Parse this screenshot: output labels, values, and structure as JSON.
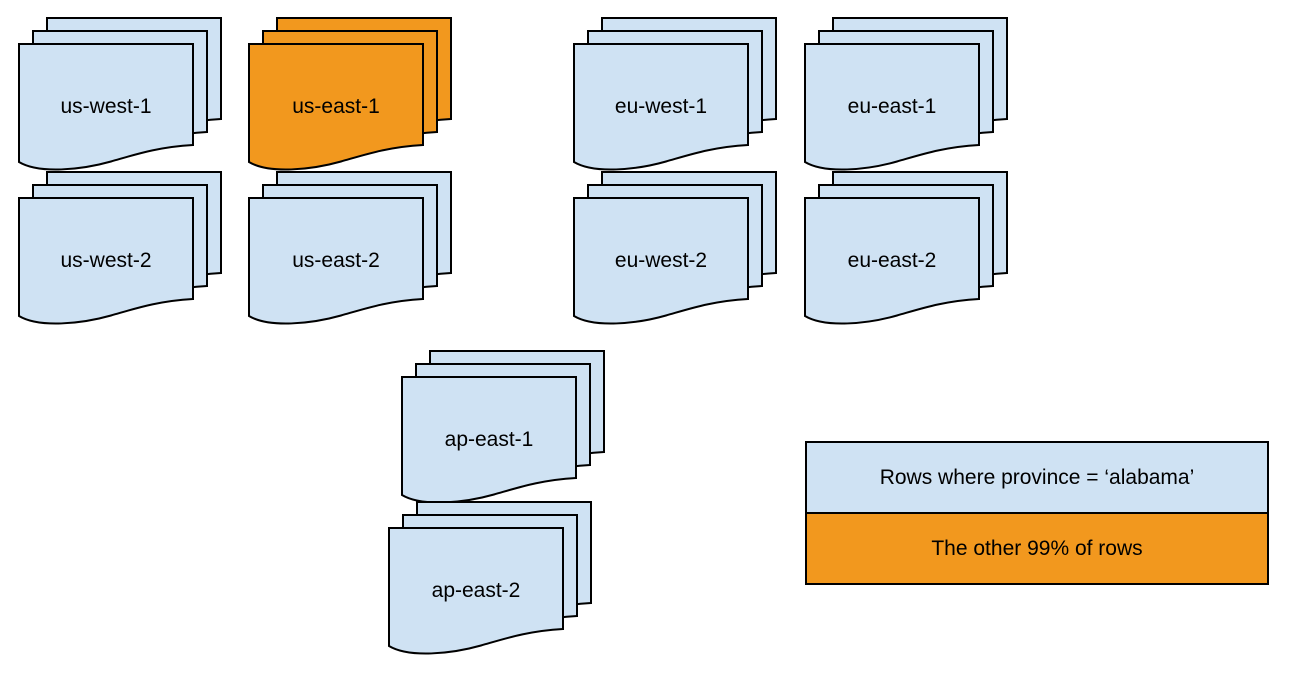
{
  "colors": {
    "doc_blue": "#cfe2f3",
    "doc_orange": "#f2981e",
    "stroke": "#000000",
    "background": "#ffffff"
  },
  "highlighted_region": "us-east-1",
  "stacks": [
    {
      "label": "us-west-1",
      "variant": "blue"
    },
    {
      "label": "us-east-1",
      "variant": "orange"
    },
    {
      "label": "eu-west-1",
      "variant": "blue"
    },
    {
      "label": "eu-east-1",
      "variant": "blue"
    },
    {
      "label": "us-west-2",
      "variant": "blue"
    },
    {
      "label": "us-east-2",
      "variant": "blue"
    },
    {
      "label": "eu-west-2",
      "variant": "blue"
    },
    {
      "label": "eu-east-2",
      "variant": "blue"
    },
    {
      "label": "ap-east-1",
      "variant": "blue"
    },
    {
      "label": "ap-east-2",
      "variant": "blue"
    }
  ],
  "legend": {
    "items": [
      {
        "label": "Rows where province = ‘alabama’",
        "variant": "blue"
      },
      {
        "label": "The other 99% of rows",
        "variant": "orange"
      }
    ]
  }
}
